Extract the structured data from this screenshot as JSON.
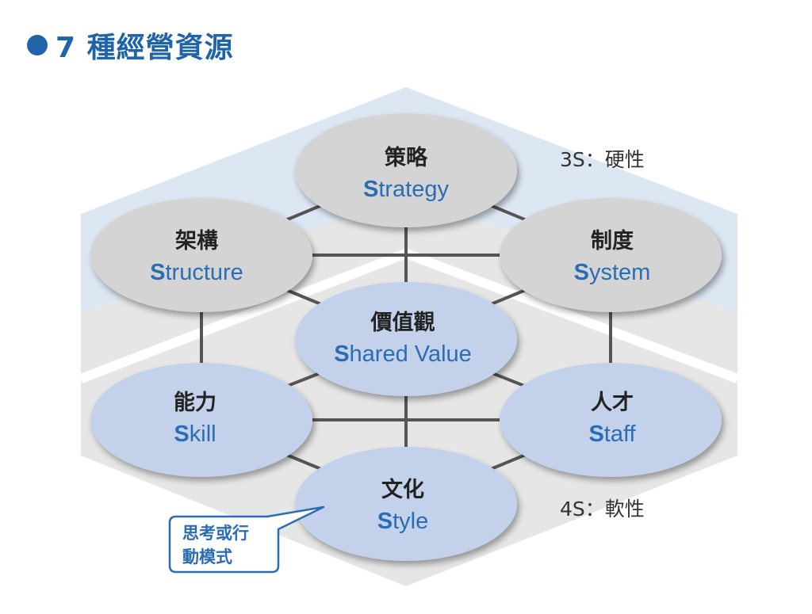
{
  "title": "7 種經營資源",
  "colors": {
    "brand_blue": "#1f63a8",
    "hard_band": "#dde6f3",
    "soft_band": "#e6e6e6",
    "hard_node": "#d4d4d4",
    "soft_node": "#c3d1ea",
    "connector": "#555555"
  },
  "groups": {
    "hard": "3S：硬性",
    "soft": "4S：軟性"
  },
  "nodes": {
    "strategy": {
      "cn": "策略",
      "en_first": "S",
      "en_rest": "trategy",
      "group": "hard"
    },
    "structure": {
      "cn": "架構",
      "en_first": "S",
      "en_rest": "tructure",
      "group": "hard"
    },
    "system": {
      "cn": "制度",
      "en_first": "S",
      "en_rest": "ystem",
      "group": "hard"
    },
    "shared_value": {
      "cn": "價值觀",
      "en_first": "S",
      "en_rest": "hared Value",
      "group": "soft"
    },
    "skill": {
      "cn": "能力",
      "en_first": "S",
      "en_rest": "kill",
      "group": "soft"
    },
    "staff": {
      "cn": "人才",
      "en_first": "S",
      "en_rest": "taff",
      "group": "soft"
    },
    "style": {
      "cn": "文化",
      "en_first": "S",
      "en_rest": "tyle",
      "group": "soft"
    }
  },
  "callout": {
    "line1": "思考或行",
    "line2": "動模式"
  }
}
